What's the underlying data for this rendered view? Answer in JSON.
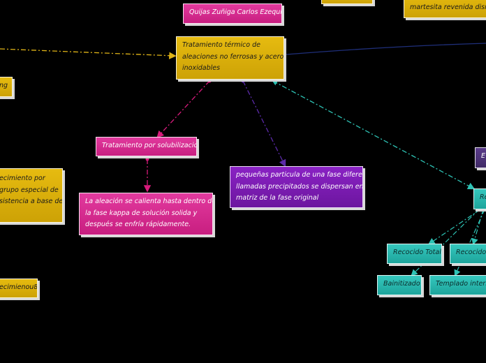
{
  "colors": {
    "yellow": "#d9ae0a",
    "pink": "#d62a90",
    "purple": "#7d1cb5",
    "teal": "#2bb9b0",
    "link_yellow": "#e0b417",
    "link_pink": "#d81b7c",
    "link_purple": "#5b2aa8",
    "link_teal": "#2ec3b5",
    "link_navy": "#1f2f7a"
  },
  "nodes": {
    "author": {
      "lines": [
        "Quijas Zuñiga Carlos Ezequiel"
      ]
    },
    "main_topic": {
      "lines": [
        "Tratamiento térmico de",
        "aleaciones no ferrosas y aceros",
        "inoxidables"
      ]
    },
    "top_right": {
      "lines": [
        "martesita revenida dismi"
      ]
    },
    "left_top": {
      "lines": [
        "ng"
      ]
    },
    "left_middle": {
      "lines": [
        "ecimiento por",
        "grupo especial de",
        "sistencia a base de"
      ]
    },
    "left_bottom": {
      "lines": [
        "ecimienou8"
      ]
    },
    "solubilizacion": {
      "lines": [
        "Tratamiento por solubilizacion"
      ]
    },
    "aleacion": {
      "lines": [
        "La aleación se calienta hasta dentro de",
        "la fase kappa de solución solida y",
        "después se enfría rápidamente."
      ]
    },
    "precipitados": {
      "lines": [
        "pequeñas particula de una fase diferente",
        "llamadas precipitados se dispersan en la",
        "matriz de la fase original"
      ]
    },
    "right_purple": {
      "lines": [
        "E"
      ]
    },
    "right_teal": {
      "lines": [
        "Re"
      ]
    },
    "recocido_total": {
      "lines": [
        "Recocido Total"
      ]
    },
    "recocido_right": {
      "lines": [
        "Recocido d"
      ]
    },
    "bainitizado": {
      "lines": [
        "Bainitizado"
      ]
    },
    "templado": {
      "lines": [
        "Templado interru"
      ]
    }
  }
}
